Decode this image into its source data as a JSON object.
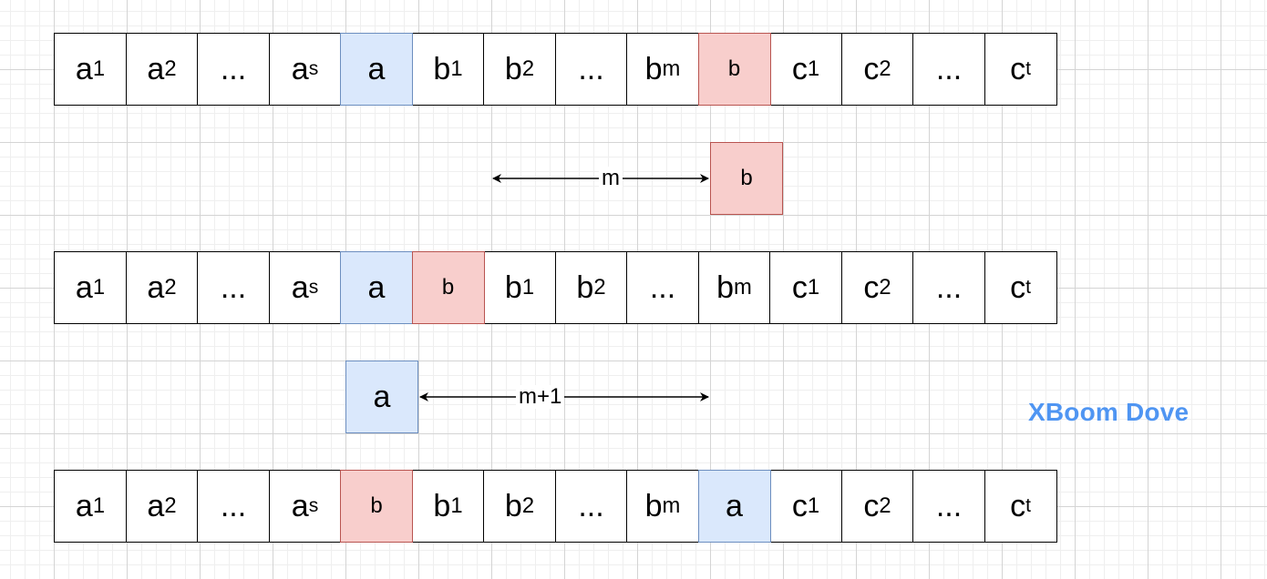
{
  "rows": [
    {
      "cells": [
        {
          "base": "a",
          "sub": "1",
          "style": "plain"
        },
        {
          "base": "a",
          "sub": "2",
          "style": "plain"
        },
        {
          "base": "...",
          "sub": "",
          "style": "plain"
        },
        {
          "base": "a",
          "sub": "s",
          "style": "plain"
        },
        {
          "base": "a",
          "sub": "",
          "style": "blue"
        },
        {
          "base": "b",
          "sub": "1",
          "style": "plain"
        },
        {
          "base": "b",
          "sub": "2",
          "style": "plain"
        },
        {
          "base": "...",
          "sub": "",
          "style": "plain"
        },
        {
          "base": "b",
          "sub": "m",
          "style": "plain"
        },
        {
          "base": "b",
          "sub": "",
          "style": "red"
        },
        {
          "base": "c",
          "sub": "1",
          "style": "plain"
        },
        {
          "base": "c",
          "sub": "2",
          "style": "plain"
        },
        {
          "base": "...",
          "sub": "",
          "style": "plain"
        },
        {
          "base": "c",
          "sub": "t",
          "style": "plain"
        }
      ]
    },
    {
      "cells": [
        {
          "base": "a",
          "sub": "1",
          "style": "plain"
        },
        {
          "base": "a",
          "sub": "2",
          "style": "plain"
        },
        {
          "base": "...",
          "sub": "",
          "style": "plain"
        },
        {
          "base": "a",
          "sub": "s",
          "style": "plain"
        },
        {
          "base": "a",
          "sub": "",
          "style": "blue"
        },
        {
          "base": "b",
          "sub": "",
          "style": "red"
        },
        {
          "base": "b",
          "sub": "1",
          "style": "plain"
        },
        {
          "base": "b",
          "sub": "2",
          "style": "plain"
        },
        {
          "base": "...",
          "sub": "",
          "style": "plain"
        },
        {
          "base": "b",
          "sub": "m",
          "style": "plain"
        },
        {
          "base": "c",
          "sub": "1",
          "style": "plain"
        },
        {
          "base": "c",
          "sub": "2",
          "style": "plain"
        },
        {
          "base": "...",
          "sub": "",
          "style": "plain"
        },
        {
          "base": "c",
          "sub": "t",
          "style": "plain"
        }
      ]
    },
    {
      "cells": [
        {
          "base": "a",
          "sub": "1",
          "style": "plain"
        },
        {
          "base": "a",
          "sub": "2",
          "style": "plain"
        },
        {
          "base": "...",
          "sub": "",
          "style": "plain"
        },
        {
          "base": "a",
          "sub": "s",
          "style": "plain"
        },
        {
          "base": "b",
          "sub": "",
          "style": "red"
        },
        {
          "base": "b",
          "sub": "1",
          "style": "plain"
        },
        {
          "base": "b",
          "sub": "2",
          "style": "plain"
        },
        {
          "base": "...",
          "sub": "",
          "style": "plain"
        },
        {
          "base": "b",
          "sub": "m",
          "style": "plain"
        },
        {
          "base": "a",
          "sub": "",
          "style": "blue"
        },
        {
          "base": "c",
          "sub": "1",
          "style": "plain"
        },
        {
          "base": "c",
          "sub": "2",
          "style": "plain"
        },
        {
          "base": "...",
          "sub": "",
          "style": "plain"
        },
        {
          "base": "c",
          "sub": "t",
          "style": "plain"
        }
      ]
    }
  ],
  "floating_b": {
    "label": "b"
  },
  "floating_a": {
    "label": "a"
  },
  "arrow_m": {
    "label": "m"
  },
  "arrow_m1": {
    "label": "m+1"
  },
  "watermark": {
    "text": "XBoom Dove"
  },
  "colors": {
    "blue_fill": "#dae8fc",
    "blue_stroke": "#6c8ebf",
    "red_fill": "#f8cecc",
    "red_stroke": "#b85450",
    "watermark": "#4f95f2"
  }
}
